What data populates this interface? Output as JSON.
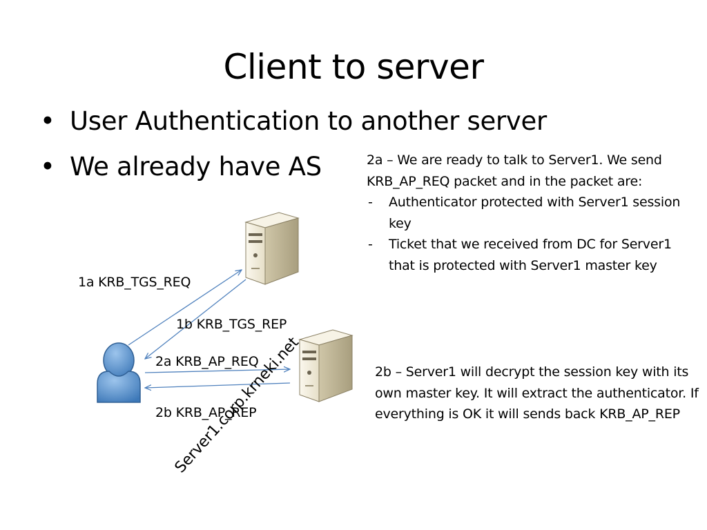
{
  "slide": {
    "title": "Client to server",
    "bullets": [
      "User Authentication to another server",
      "We already have AS"
    ]
  },
  "notes": {
    "step_2a": {
      "intro": "2a – We are ready to talk to Server1. We send KRB_AP_REQ packet and in the packet are:",
      "items": [
        "Authenticator protected with Server1 session key",
        "Ticket that we received from DC for Server1 that is protected with Server1 master key"
      ]
    },
    "step_2b": "2b – Server1 will decrypt the session key with its own master key. It will extract the authenticator. If everything is OK it will sends back KRB_AP_REP"
  },
  "diagram": {
    "arrows": {
      "a1": "1a KRB_TGS_REQ",
      "b1": "1b KRB_TGS_REP",
      "a2": "2a KRB_AP_REQ",
      "b2": "2b KRB_AP_REP"
    },
    "server_hostname": "Server1.corp.krneki.net",
    "icons": {
      "user": "user-icon",
      "server": "server-icon"
    },
    "colors": {
      "arrow": "#4f81bd",
      "user_fill": "#5b9bd5",
      "server_body": "#f4f0e2"
    }
  }
}
